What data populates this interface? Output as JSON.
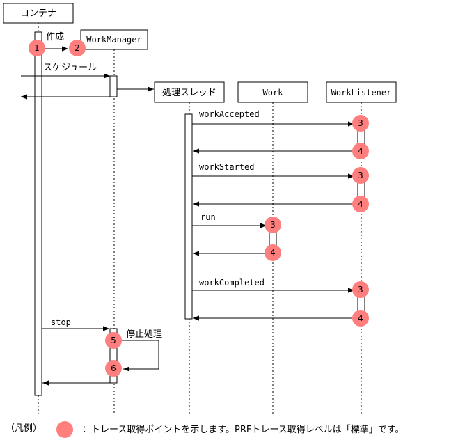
{
  "participants": {
    "container": "コンテナ",
    "workmanager": "WorkManager",
    "thread": "処理スレッド",
    "work": "Work",
    "listener": "WorkListener"
  },
  "messages": {
    "create": "作成",
    "schedule": "スケジュール",
    "work_accepted": "workAccepted",
    "work_started": "workStarted",
    "run": "run",
    "work_completed": "workCompleted",
    "stop": "stop",
    "stop_process": "停止処理"
  },
  "trace_points": {
    "p1": "1",
    "p2": "2",
    "p3a": "3",
    "p4a": "4",
    "p3b": "3",
    "p4b": "4",
    "p3c": "3",
    "p4c": "4",
    "p3d": "3",
    "p4d": "4",
    "p5": "5",
    "p6": "6"
  },
  "legend": {
    "label": "（凡例）",
    "description": "：トレース取得ポイントを示します。PRFトレース取得レベルは「標準」です。"
  },
  "colors": {
    "trace_point": "#ff7f7f",
    "line": "#000000"
  }
}
